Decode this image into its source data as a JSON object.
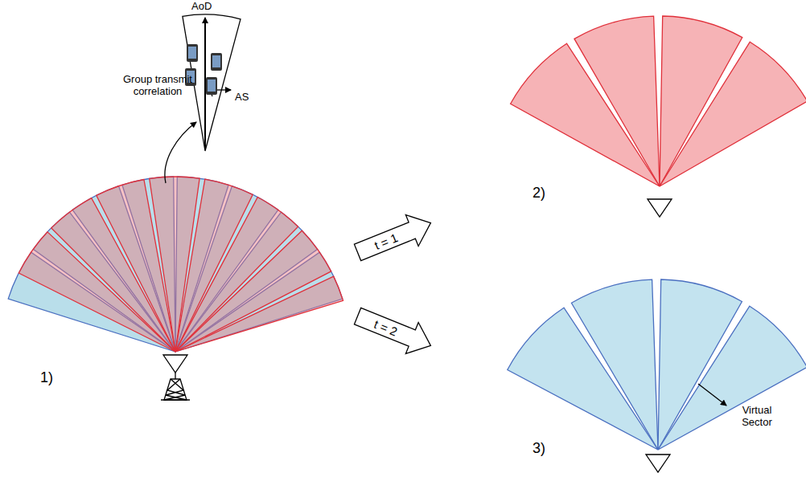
{
  "diagram": {
    "nodes": [
      {
        "text": [
          "t = 1"
        ]
      },
      {
        "text": [
          "t = 2"
        ]
      }
    ],
    "labels": [
      "AoD",
      "Group transmit correlation",
      "AS",
      "1)",
      "2)",
      "3)",
      "Virtual Sector"
    ]
  }
}
